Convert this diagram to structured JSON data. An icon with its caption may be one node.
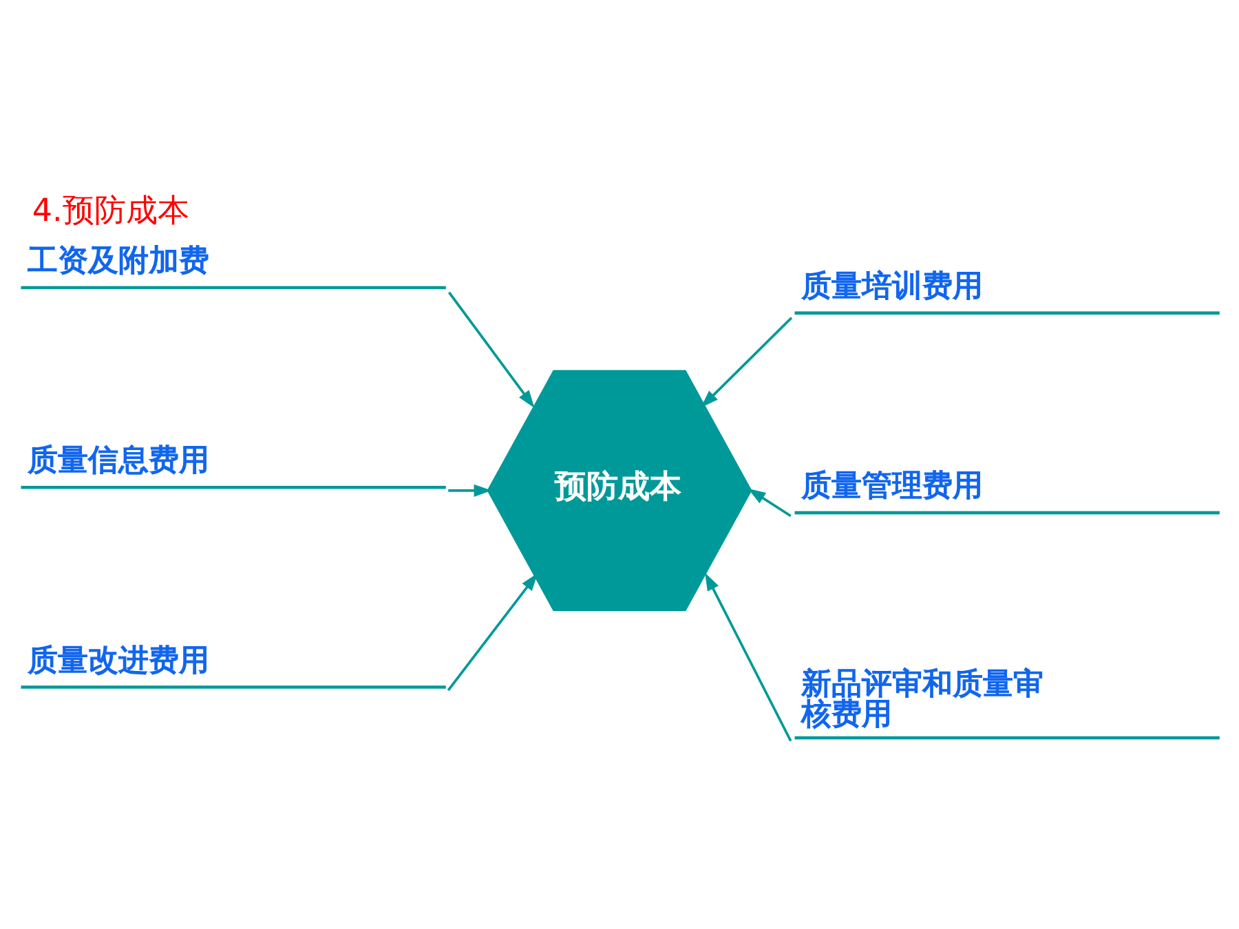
{
  "diagram": {
    "title": "4.预防成本",
    "nodes": [
      {
        "text": [
          "工资及附加费"
        ]
      },
      {
        "text": [
          "质量培训费用"
        ]
      },
      {
        "text": [
          "质量信息费用"
        ]
      },
      {
        "text": [
          "预防成本"
        ]
      },
      {
        "text": [
          "质量管理费用"
        ]
      },
      {
        "text": [
          "质量改进费用"
        ]
      },
      {
        "text": [
          "新品评审和质量审核费用"
        ]
      }
    ],
    "edges": [
      {
        "from": 0,
        "to": 3,
        "arrow": "to"
      },
      {
        "from": 1,
        "to": 3,
        "arrow": "to"
      },
      {
        "from": 2,
        "to": 3,
        "arrow": "to"
      },
      {
        "from": 4,
        "to": 3,
        "arrow": "to"
      },
      {
        "from": 5,
        "to": 3,
        "arrow": "to"
      },
      {
        "from": 6,
        "to": 3,
        "arrow": "to"
      }
    ]
  }
}
